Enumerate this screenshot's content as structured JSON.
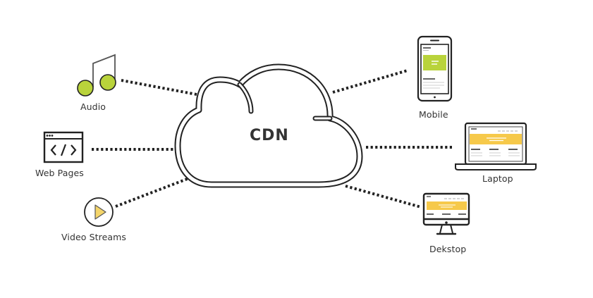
{
  "center": {
    "label": "CDN"
  },
  "colors": {
    "stroke": "#222222",
    "green": "#b9d33b",
    "yellow": "#f6c94a",
    "video_yellow": "#f4d56a",
    "gray_line": "#d0d0d0",
    "dark_line": "#3a3a3a"
  },
  "sources": [
    {
      "id": "audio",
      "label": "Audio",
      "icon": "music-note-icon"
    },
    {
      "id": "web-pages",
      "label": "Web Pages",
      "icon": "code-browser-icon"
    },
    {
      "id": "video-streams",
      "label": "Video Streams",
      "icon": "play-icon"
    }
  ],
  "devices": [
    {
      "id": "mobile",
      "label": "Mobile",
      "icon": "mobile-phone-icon"
    },
    {
      "id": "laptop",
      "label": "Laptop",
      "icon": "laptop-icon"
    },
    {
      "id": "desktop",
      "label": "Dekstop",
      "icon": "desktop-monitor-icon"
    }
  ]
}
